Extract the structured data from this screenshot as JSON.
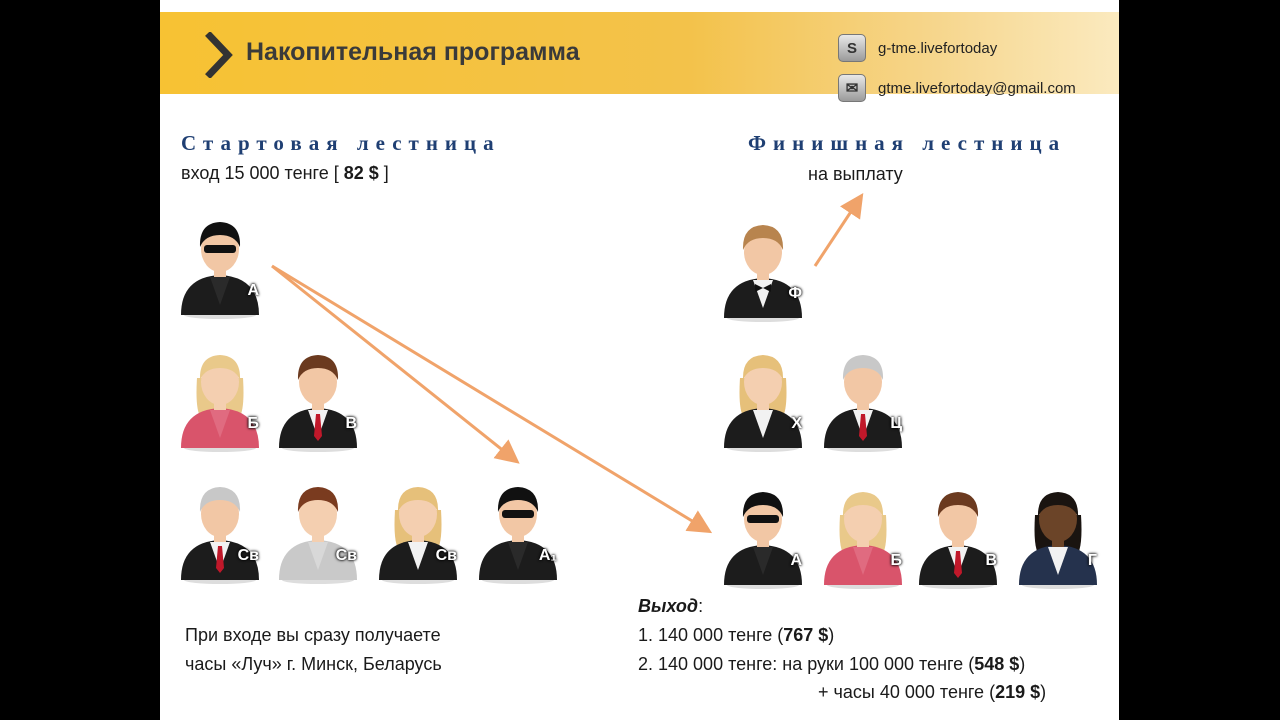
{
  "header": {
    "title": "Накопительная программа",
    "skype": "g-tme.livefortoday",
    "email": "gtme.livefortoday@gmail.com"
  },
  "start": {
    "heading": "Стартовая лестница",
    "entry_prefix": "вход 15 000 тенге [",
    "entry_amount": "82 $",
    "entry_suffix": "]",
    "people": [
      {
        "label": "А",
        "type": "sunglasses"
      },
      {
        "label": "Б",
        "type": "woman-pink"
      },
      {
        "label": "В",
        "type": "man-brown"
      },
      {
        "label": "Св",
        "type": "man-gray"
      },
      {
        "label": "Св",
        "type": "woman-brown"
      },
      {
        "label": "Св",
        "type": "woman-blonde-suit"
      },
      {
        "label": "А₁",
        "type": "sunglasses"
      }
    ],
    "note_line1": "При входе вы сразу получаете",
    "note_line2": "часы «Луч» г. Минск, Беларусь"
  },
  "finish": {
    "heading": "Финишная лестница",
    "payout": "на выплату",
    "people": [
      {
        "label": "Ф",
        "type": "man-bowtie"
      },
      {
        "label": "Х",
        "type": "woman-blonde-suit"
      },
      {
        "label": "Ц",
        "type": "man-gray"
      },
      {
        "label": "А",
        "type": "sunglasses"
      },
      {
        "label": "Б",
        "type": "woman-pink"
      },
      {
        "label": "В",
        "type": "man-brown"
      },
      {
        "label": "Г",
        "type": "woman-dark"
      }
    ]
  },
  "exit": {
    "title": "Выход",
    "line1_prefix": "1. 140 000 тенге (",
    "line1_amount": "767 $",
    "line1_suffix": ")",
    "line2_prefix": "2. 140 000 тенге: на руки 100 000 тенге (",
    "line2_amount": "548 $",
    "line2_suffix": ")",
    "line3_prefix": "+ часы 40 000 тенге (",
    "line3_amount": "219 $",
    "line3_suffix": ")"
  },
  "colors": {
    "banner": "#f7c233",
    "heading": "#1f3f73",
    "arrow": "#f0a36a"
  }
}
